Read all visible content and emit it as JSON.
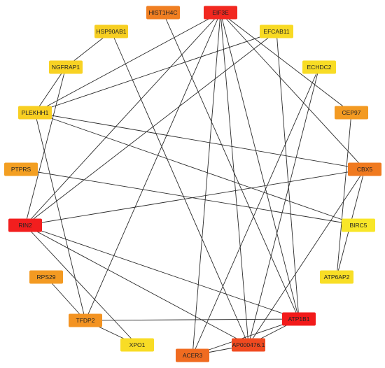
{
  "network": {
    "nodes": [
      {
        "id": "HIST1H4C",
        "label": "HIST1H4C",
        "color": "#f07f22"
      },
      {
        "id": "EIF3E",
        "label": "EIF3E",
        "color": "#f22820"
      },
      {
        "id": "HSP90AB1",
        "label": "HSP90AB1",
        "color": "#f7cf22"
      },
      {
        "id": "EFCAB11",
        "label": "EFCAB11",
        "color": "#f8da24"
      },
      {
        "id": "NGFRAP1",
        "label": "NGFRAP1",
        "color": "#f8d223"
      },
      {
        "id": "ECHDC2",
        "label": "ECHDC2",
        "color": "#f8dc25"
      },
      {
        "id": "PLEKHH1",
        "label": "PLEKHH1",
        "color": "#f8cf22"
      },
      {
        "id": "CEP97",
        "label": "CEP97",
        "color": "#f39a22"
      },
      {
        "id": "PTPRS",
        "label": "PTPRS",
        "color": "#f39f22"
      },
      {
        "id": "CBX5",
        "label": "CBX5",
        "color": "#f07a20"
      },
      {
        "id": "RIN2",
        "label": "RIN2",
        "color": "#f21e1e"
      },
      {
        "id": "BIRC5",
        "label": "BIRC5",
        "color": "#f8e628"
      },
      {
        "id": "RPS29",
        "label": "RPS29",
        "color": "#f39a22"
      },
      {
        "id": "ATP6AP2",
        "label": "ATP6AP2",
        "color": "#f8de26"
      },
      {
        "id": "TFDP2",
        "label": "TFDP2",
        "color": "#f39322"
      },
      {
        "id": "ATP1B1",
        "label": "ATP1B1",
        "color": "#f21a1a"
      },
      {
        "id": "XPO1",
        "label": "XPO1",
        "color": "#f8dc25"
      },
      {
        "id": "AP000476.1",
        "label": "AP000476.1",
        "color": "#f04a20"
      },
      {
        "id": "ACER3",
        "label": "ACER3",
        "color": "#f06b20"
      }
    ],
    "edges": [
      [
        "HIST1H4C",
        "ATP1B1"
      ],
      [
        "HSP90AB1",
        "NGFRAP1"
      ],
      [
        "HSP90AB1",
        "AP000476.1"
      ],
      [
        "EIF3E",
        "PLEKHH1"
      ],
      [
        "EIF3E",
        "RIN2"
      ],
      [
        "EIF3E",
        "CEP97"
      ],
      [
        "EIF3E",
        "CBX5"
      ],
      [
        "EIF3E",
        "ATP1B1"
      ],
      [
        "EIF3E",
        "AP000476.1"
      ],
      [
        "EIF3E",
        "ACER3"
      ],
      [
        "EIF3E",
        "TFDP2"
      ],
      [
        "EFCAB11",
        "PLEKHH1"
      ],
      [
        "EFCAB11",
        "RIN2"
      ],
      [
        "EFCAB11",
        "ATP1B1"
      ],
      [
        "NGFRAP1",
        "RIN2"
      ],
      [
        "NGFRAP1",
        "PLEKHH1"
      ],
      [
        "ECHDC2",
        "AP000476.1"
      ],
      [
        "ECHDC2",
        "ACER3"
      ],
      [
        "PLEKHH1",
        "CBX5"
      ],
      [
        "PLEKHH1",
        "BIRC5"
      ],
      [
        "PLEKHH1",
        "TFDP2"
      ],
      [
        "CEP97",
        "ATP6AP2"
      ],
      [
        "PTPRS",
        "BIRC5"
      ],
      [
        "CBX5",
        "RIN2"
      ],
      [
        "CBX5",
        "ATP6AP2"
      ],
      [
        "CBX5",
        "AP000476.1"
      ],
      [
        "RIN2",
        "ATP1B1"
      ],
      [
        "RIN2",
        "XPO1"
      ],
      [
        "RIN2",
        "AP000476.1"
      ],
      [
        "TFDP2",
        "ATP1B1"
      ],
      [
        "TFDP2",
        "XPO1"
      ],
      [
        "RPS29",
        "TFDP2"
      ],
      [
        "ATP1B1",
        "ACER3"
      ],
      [
        "ATP1B1",
        "AP000476.1"
      ],
      [
        "ACER3",
        "AP000476.1"
      ]
    ]
  }
}
